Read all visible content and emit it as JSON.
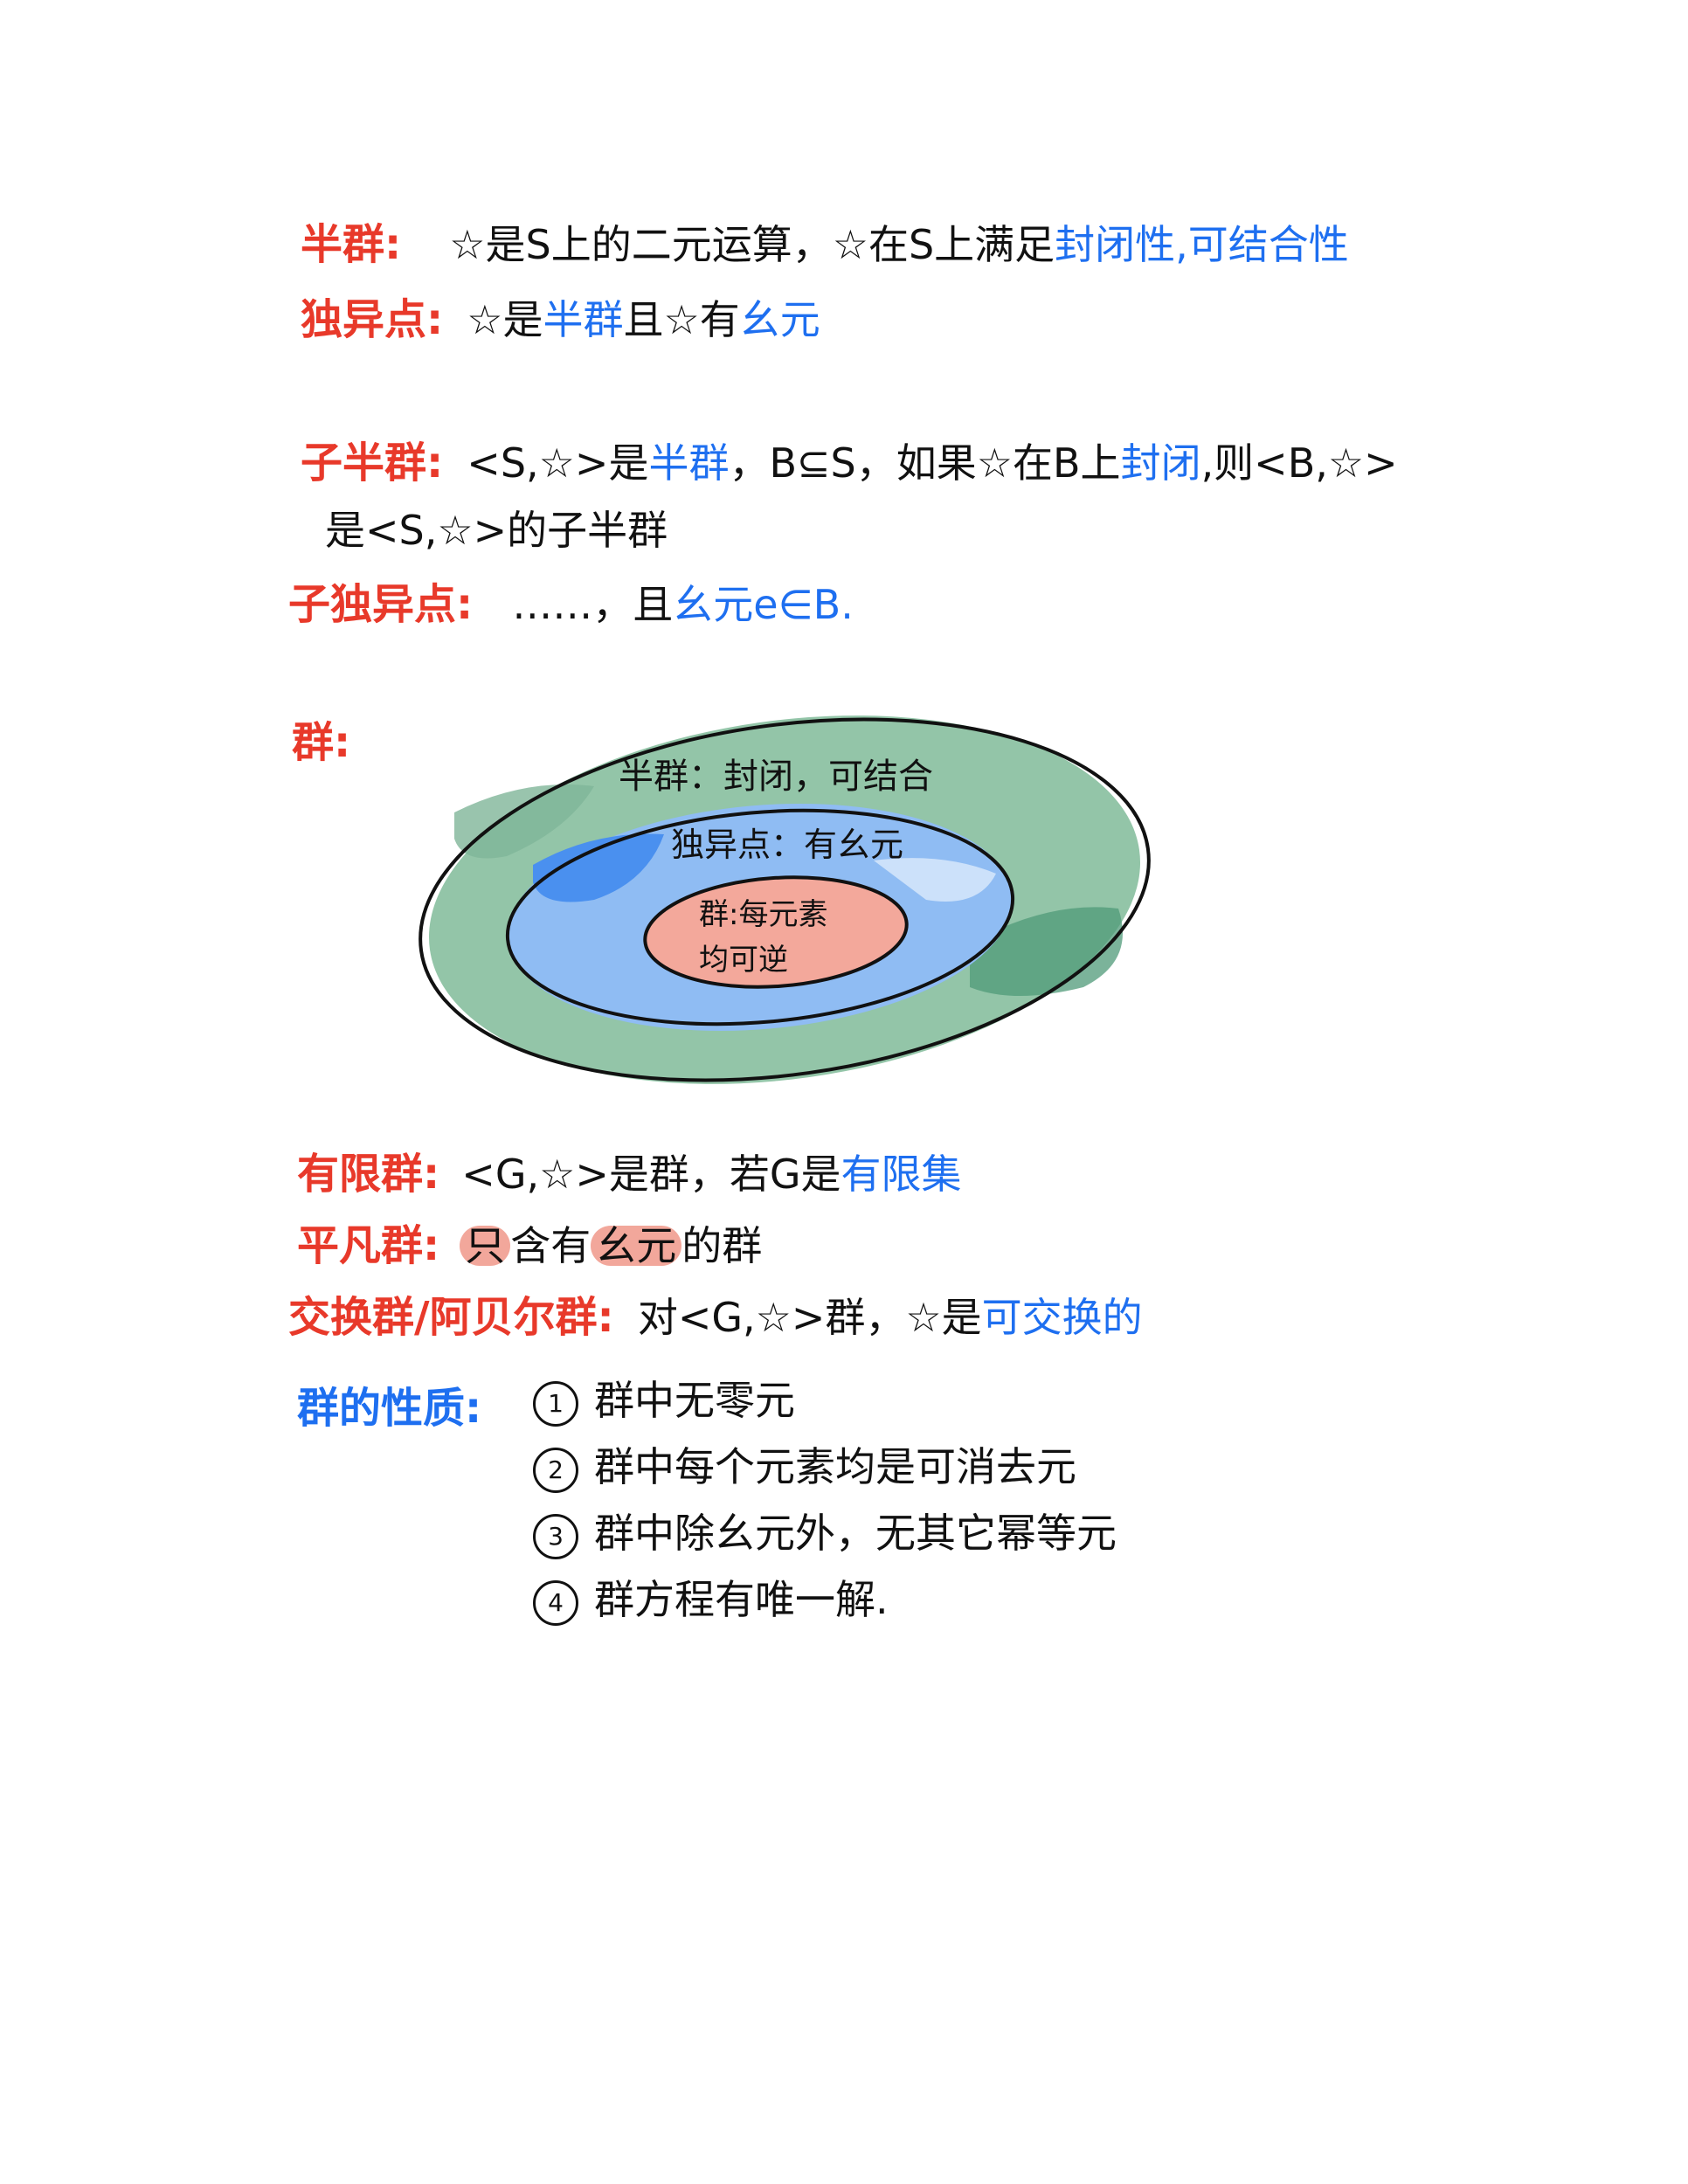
{
  "semigroup": {
    "term": "半群:",
    "def_black": "☆是S上的二元运算，☆在S上满足",
    "def_blue": "封闭性,可结合性"
  },
  "monoid": {
    "term": "独异点:",
    "p1": "☆是",
    "p2_blue": "半群",
    "p3": "且☆有",
    "p4_blue": "幺元"
  },
  "subsemigroup": {
    "term": "子半群:",
    "p1": "<S,☆>是",
    "p2_blue": "半群",
    "p3": "，B⊆S，如果☆在B上",
    "p4_blue": "封闭",
    "p5": ",则<B,☆>",
    "line2": "是<S,☆>的子半群"
  },
  "submonoid": {
    "term": "子独异点:",
    "p1": "……，且",
    "p2_blue": "幺元e∈B",
    "p3": "."
  },
  "group": {
    "term": "群:",
    "outer_label": "半群：封闭，可结合",
    "middle_label": "独异点：有幺元",
    "inner_label_1": "群:每元素",
    "inner_label_2": "均可逆",
    "colors": {
      "outer": "#93c5a8",
      "outer_dark": "#4f9a78",
      "middle": "#8fbcf3",
      "middle_dark": "#4a90ef",
      "inner": "#f3a89b"
    }
  },
  "finite_group": {
    "term": "有限群:",
    "p1": "<G,☆>是群，若G是",
    "p2_blue": "有限集"
  },
  "trivial_group": {
    "term": "平凡群:",
    "p1": "只",
    "p2": "含有",
    "p3": "幺元",
    "p4": "的群"
  },
  "abelian_group": {
    "term": "交换群/阿贝尔群:",
    "p1": "对<G,☆>群，☆是",
    "p2_blue": "可交换的"
  },
  "properties": {
    "term": "群的性质:",
    "items": [
      {
        "num": "1",
        "text": "群中无零元"
      },
      {
        "num": "2",
        "text": "群中每个元素均是可消去元"
      },
      {
        "num": "3",
        "text": "群中除幺元外，无其它幂等元"
      },
      {
        "num": "4",
        "text": "群方程有唯一解."
      }
    ]
  }
}
